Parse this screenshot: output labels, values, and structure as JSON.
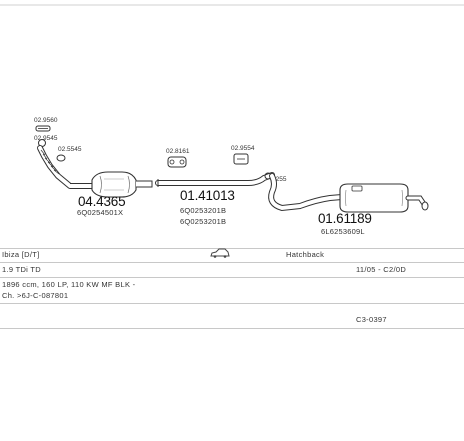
{
  "diagram": {
    "parts": {
      "front_pipe_gasket": "02.9560",
      "front_pipe_clamp": "02.9545",
      "front_pipe_ring": "02.5545",
      "catalyst_number": "04.4365",
      "catalyst_oem": "6Q0254501X",
      "middle_mount": "02.8161",
      "middle_pipe_number": "01.41013",
      "middle_pipe_oem_1": "6Q0253201B",
      "middle_pipe_oem_2": "6Q0253201B",
      "clamp_top": "02.9554",
      "clamp_small": "0255",
      "rear_number": "01.61189",
      "rear_oem": "6L6253609L"
    }
  },
  "info": {
    "model": "Ibiza [D/T]",
    "body_type": "Hatchback",
    "engine": "1.9 TDi TD",
    "date_range": "11/05 - C2/0D",
    "engine_spec": "1896 ccm, 160 LP, 110 KW MF BLK -",
    "chassis": "Ch. >6J-C-087801",
    "ref_code": "C3-0397"
  }
}
